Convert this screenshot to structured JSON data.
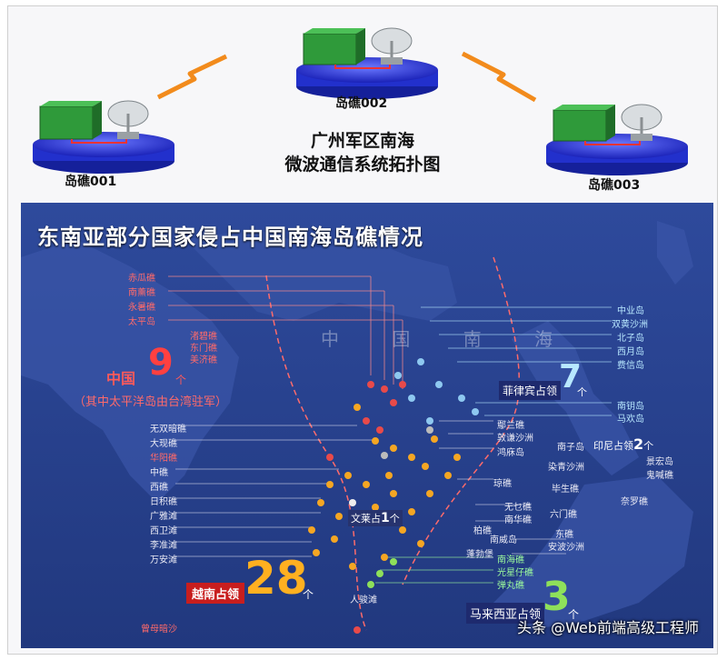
{
  "topology": {
    "title_line1": "广州军区南海",
    "title_line2": "微波通信系统拓扑图",
    "nodes": [
      {
        "label": "岛礁001"
      },
      {
        "label": "岛礁002"
      },
      {
        "label": "岛礁003"
      }
    ]
  },
  "map": {
    "title": "东南亚部分国家侵占中国南海岛礁情况",
    "sea_label": "中 国 南 海",
    "colors": {
      "china": "#e84a4a",
      "vietnam": "#f5a623",
      "philippines": "#8ec8f0",
      "malaysia": "#8ee05a",
      "taiwan": "#bbbbbb",
      "indonesia": "#cccccc"
    },
    "china": {
      "prefix": "中国",
      "count": "9",
      "suffix": "个",
      "note": "（其中太平洋岛由台湾驻军）",
      "reefs_left": [
        "赤瓜礁",
        "南薰礁",
        "永暑礁",
        "太平岛"
      ],
      "reefs_right": [
        "渚碧礁",
        "东门礁",
        "美济礁"
      ],
      "reef_bottom": "曾母暗沙"
    },
    "vietnam": {
      "prefix": "越南占领",
      "count": "28",
      "suffix": "个",
      "reefs": [
        "无双暗礁",
        "大现礁",
        "华阳礁",
        "中礁",
        "西礁",
        "日积礁",
        "广雅滩",
        "西卫滩",
        "李准滩",
        "万安滩"
      ],
      "reefs_mid": [
        "人骏滩",
        "柏礁",
        "蓬勃堡",
        "南威岛",
        "无乜礁",
        "南华礁",
        "琼礁",
        "毕生礁"
      ]
    },
    "brunei": {
      "prefix": "文莱占",
      "count": "1",
      "suffix": "个"
    },
    "philippines": {
      "prefix": "菲律宾占领",
      "count": "7",
      "suffix": "个",
      "reefs": [
        "中业岛",
        "双黄沙洲",
        "北子岛",
        "西月岛",
        "费信岛",
        "南钥岛",
        "马欢岛"
      ]
    },
    "indonesia": {
      "prefix": "印尼占领",
      "count": "2",
      "suffix": "个",
      "reefs": [
        "景宏岛",
        "鬼喊礁",
        "奈罗礁",
        "六门礁"
      ]
    },
    "malaysia": {
      "prefix": "马来西亚占领",
      "count": "3",
      "suffix": "个",
      "reefs": [
        "南海礁",
        "光星仔礁",
        "弹丸礁"
      ]
    },
    "middle_labels": [
      "鄢兰礁",
      "敦谦沙洲",
      "鸿庥岛",
      "南子岛",
      "染青沙洲",
      "东礁",
      "安波沙洲"
    ]
  },
  "footer": "头条 @Web前端高级工程师"
}
